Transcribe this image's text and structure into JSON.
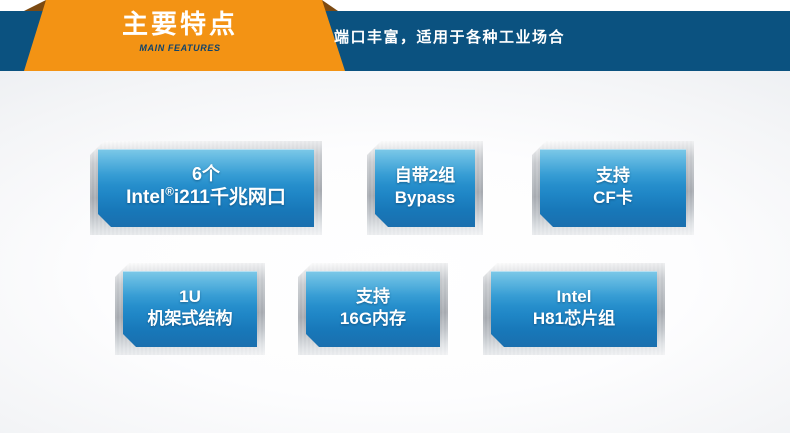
{
  "header": {
    "title": "主要特点",
    "subtitle_en": "MAIN FEATURES",
    "tagline": "端口丰富，适用于各种工业场合",
    "colors": {
      "banner_orange": "#f39314",
      "band_navy": "#0b5280",
      "banner_shadow": "#7c4a12",
      "title_text": "#ffffff",
      "subtitle_text": "#10436b"
    }
  },
  "features": {
    "colors": {
      "panel_blue_top": "#4fb6e0",
      "panel_blue_bottom": "#1a6fae",
      "frame_silver": "#b7bbc0",
      "text": "#ffffff"
    },
    "cards": [
      {
        "name": "lan-ports",
        "line1": "6个",
        "line2_pre": "Intel",
        "line2_sup": "®",
        "line2_post": "i211千兆网口"
      },
      {
        "name": "bypass",
        "line1": "自带2组",
        "line2": "Bypass"
      },
      {
        "name": "cf-card",
        "line1": "支持",
        "line2": "CF卡"
      },
      {
        "name": "rack-structure",
        "line1": "1U",
        "line2": "机架式结构"
      },
      {
        "name": "memory",
        "line1": "支持",
        "line2": "16G内存"
      },
      {
        "name": "chipset",
        "line1": "Intel",
        "line2": "H81芯片组"
      }
    ]
  }
}
